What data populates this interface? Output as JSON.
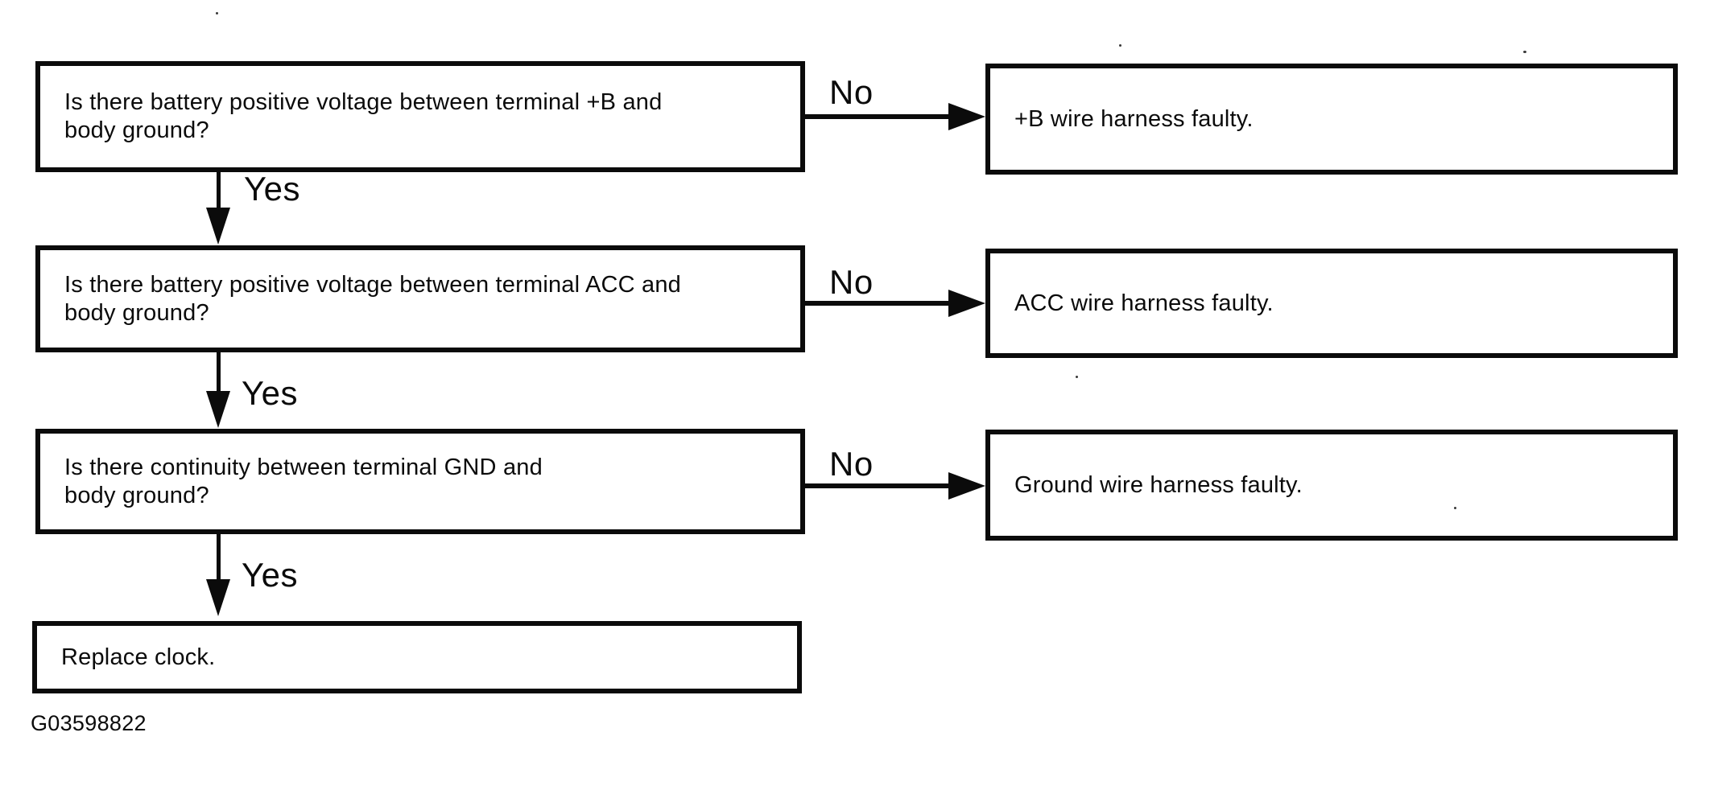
{
  "diagram": {
    "figure_id": "G03598822",
    "colors": {
      "ink": "#0b0b0b",
      "paper": "#ffffff"
    },
    "steps": [
      {
        "question_line1": "Is there battery positive voltage between terminal +B and",
        "question_line2": "body ground?",
        "yes_label": "Yes",
        "no_label": "No",
        "no_result": "+B wire harness faulty."
      },
      {
        "question_line1": "Is there battery positive voltage between terminal ACC and",
        "question_line2": "body ground?",
        "yes_label": "Yes",
        "no_label": "No",
        "no_result": "ACC wire harness faulty."
      },
      {
        "question_line1": "Is there continuity between terminal GND and",
        "question_line2": "body ground?",
        "yes_label": "Yes",
        "no_label": "No",
        "no_result": "Ground wire harness faulty."
      }
    ],
    "final_action": "Replace clock."
  }
}
